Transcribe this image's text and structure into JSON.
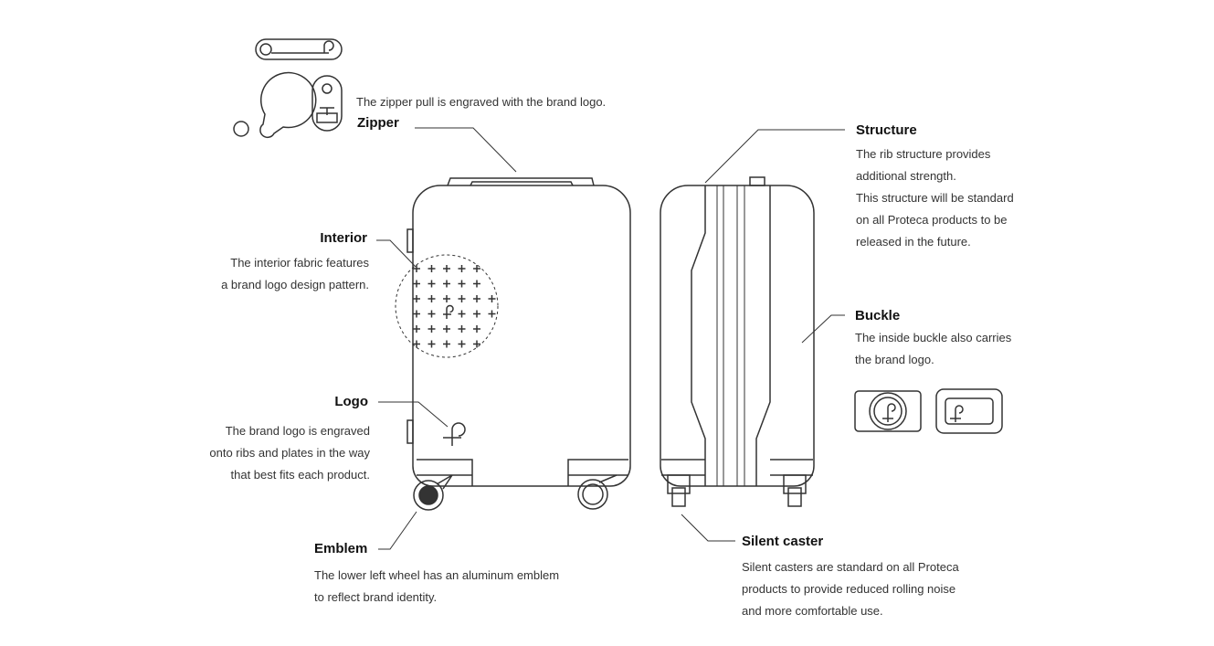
{
  "callouts": {
    "zipper": {
      "title": "Zipper",
      "lines": [
        "The zipper pull is engraved with the brand logo."
      ]
    },
    "structure": {
      "title": "Structure",
      "lines": [
        "The rib structure provides",
        "additional strength.",
        "This structure will be standard",
        "on all Proteca products to be",
        "released in the future."
      ]
    },
    "interior": {
      "title": "Interior",
      "lines": [
        "The interior fabric features",
        "a brand logo design pattern."
      ]
    },
    "buckle": {
      "title": "Buckle",
      "lines": [
        "The inside buckle also carries",
        "the brand logo."
      ]
    },
    "logo": {
      "title": "Logo",
      "lines": [
        "The brand logo is engraved",
        "onto ribs and plates in the way",
        "that best fits each product."
      ]
    },
    "emblem": {
      "title": "Emblem",
      "lines": [
        "The lower left wheel has an aluminum emblem",
        "to reflect brand identity."
      ]
    },
    "caster": {
      "title": "Silent caster",
      "lines": [
        "Silent casters are standard on all Proteca",
        "products to provide reduced rolling noise",
        "and more comfortable use."
      ]
    }
  }
}
